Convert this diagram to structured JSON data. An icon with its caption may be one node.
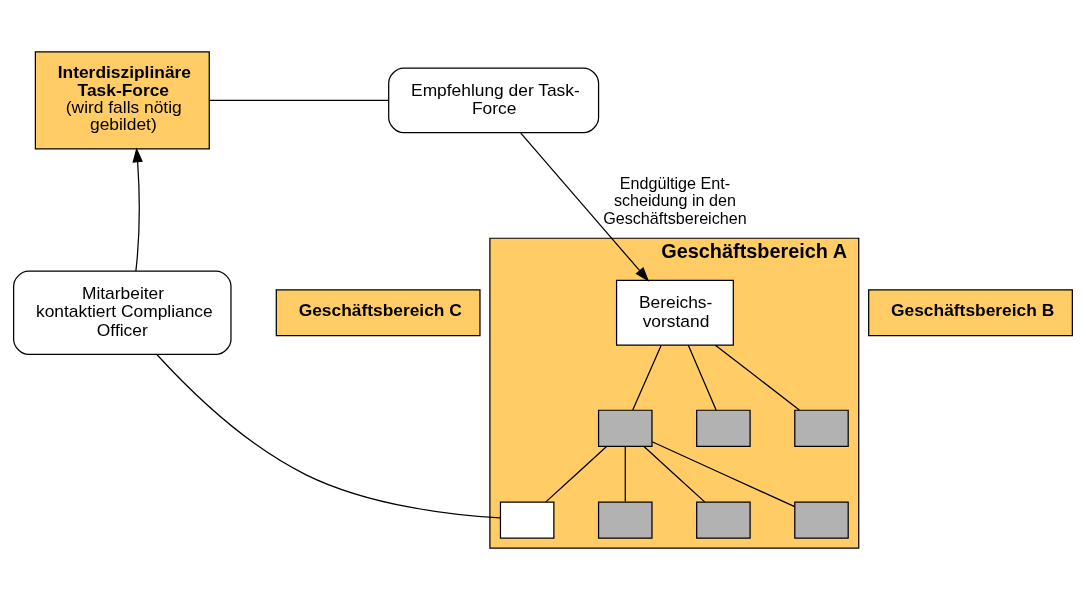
{
  "diagram": {
    "nodes": [
      {
        "text": [
          "Interdisziplinäre Task-Force",
          "(wird falls nötig gebildet)"
        ]
      },
      {
        "text": [
          "Empfehlung der Task-Force"
        ]
      },
      {
        "text": [
          "Geschäftsbereich C"
        ]
      },
      {
        "text": [
          "Geschäftsbereich B"
        ]
      },
      {
        "text": [
          "Geschäftsbereich A"
        ]
      },
      {
        "text": [
          "Bereichs- vorstand"
        ],
        "in": 4
      },
      {
        "text": [],
        "shape": "box",
        "in": 4
      },
      {
        "text": [],
        "shape": "box",
        "in": 4
      },
      {
        "text": [],
        "shape": "box",
        "in": 4
      },
      {
        "text": [],
        "shape": "box",
        "in": 4
      },
      {
        "text": [],
        "shape": "box",
        "in": 4
      },
      {
        "text": [],
        "shape": "box",
        "in": 4
      },
      {
        "text": [],
        "shape": "box",
        "in": 4
      },
      {
        "text": [
          "Mitarbeiter kontaktiert Compliance Officer"
        ]
      }
    ],
    "edges": [
      {
        "from": 0,
        "to": 1,
        "arrow": "none"
      },
      {
        "from": 1,
        "to": 5,
        "arrow": "to",
        "label": "Endgültige Ent- scheidung in den Geschäftsbereichen"
      },
      {
        "from": 5,
        "to": 6,
        "arrow": "none"
      },
      {
        "from": 5,
        "to": 7,
        "arrow": "none"
      },
      {
        "from": 5,
        "to": 8,
        "arrow": "none"
      },
      {
        "from": 6,
        "to": 9,
        "arrow": "none"
      },
      {
        "from": 6,
        "to": 10,
        "arrow": "none"
      },
      {
        "from": 6,
        "to": 11,
        "arrow": "none"
      },
      {
        "from": 6,
        "to": 12,
        "arrow": "none"
      },
      {
        "from": 9,
        "to": 13,
        "arrow": "none"
      },
      {
        "from": 13,
        "to": 0,
        "arrow": "to"
      }
    ]
  }
}
